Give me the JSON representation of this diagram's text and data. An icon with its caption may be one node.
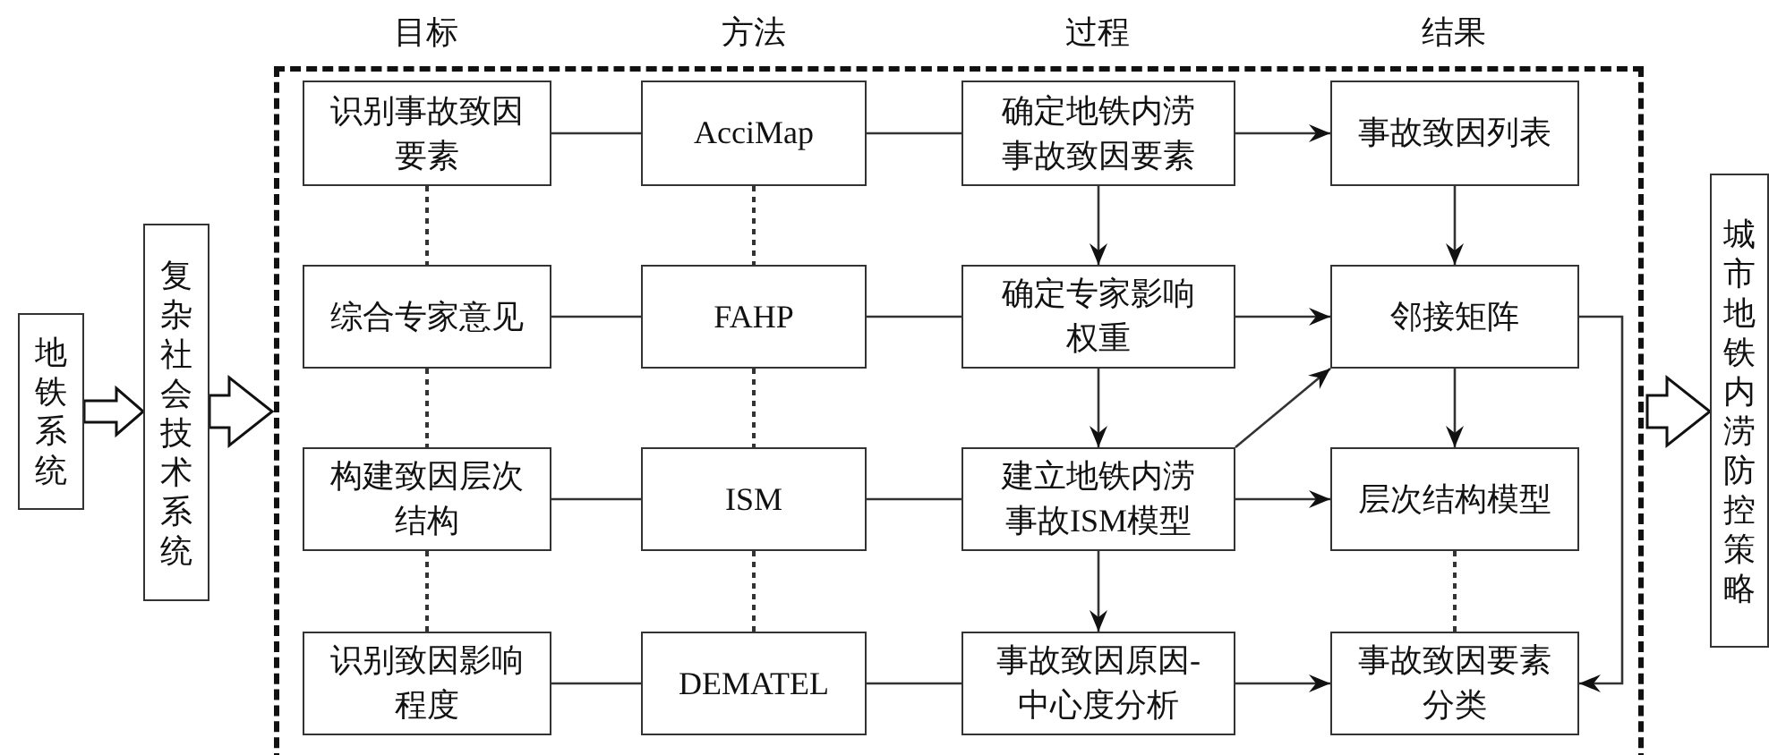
{
  "diagram": {
    "nodes": [
      {
        "text": [
          "地铁系统"
        ]
      },
      {
        "text": [
          "复杂社会技术系统"
        ]
      },
      {
        "text": [],
        "shape": "box"
      },
      {
        "text": [
          "识别事故致因要素"
        ],
        "in": 2
      },
      {
        "text": [
          "AcciMap"
        ],
        "in": 2
      },
      {
        "text": [
          "确定地铁内涝事故致因要素"
        ],
        "in": 2
      },
      {
        "text": [
          "事故致因列表"
        ],
        "in": 2
      },
      {
        "text": [
          "综合专家意见"
        ],
        "in": 2
      },
      {
        "text": [
          "FAHP"
        ],
        "in": 2
      },
      {
        "text": [
          "确定专家影响权重"
        ],
        "in": 2
      },
      {
        "text": [
          "邻接矩阵"
        ],
        "in": 2
      },
      {
        "text": [
          "构建致因层次结构"
        ],
        "in": 2
      },
      {
        "text": [
          "ISM"
        ],
        "in": 2
      },
      {
        "text": [
          "建立地铁内涝事故ISM模型"
        ],
        "in": 2
      },
      {
        "text": [
          "层次结构模型"
        ],
        "in": 2
      },
      {
        "text": [
          "识别致因影响程度"
        ],
        "in": 2
      },
      {
        "text": [
          "DEMATEL"
        ],
        "in": 2
      },
      {
        "text": [
          "事故致因原因-中心度分析"
        ],
        "in": 2
      },
      {
        "text": [
          "事故致因要素分类"
        ],
        "in": 2
      },
      {
        "text": [
          "城市地铁内涝防控策略"
        ]
      }
    ],
    "edges": [
      {
        "from": 0,
        "to": 1,
        "arrow": "to",
        "style": "thick"
      },
      {
        "from": 1,
        "to": 2,
        "arrow": "to",
        "style": "thick"
      },
      {
        "from": 2,
        "to": 19,
        "arrow": "to",
        "style": "thick"
      },
      {
        "from": 3,
        "to": 4,
        "arrow": "none"
      },
      {
        "from": 4,
        "to": 5,
        "arrow": "none"
      },
      {
        "from": 5,
        "to": 6,
        "arrow": "to"
      },
      {
        "from": 7,
        "to": 8,
        "arrow": "none"
      },
      {
        "from": 8,
        "to": 9,
        "arrow": "none"
      },
      {
        "from": 9,
        "to": 10,
        "arrow": "to"
      },
      {
        "from": 11,
        "to": 12,
        "arrow": "none"
      },
      {
        "from": 12,
        "to": 13,
        "arrow": "none"
      },
      {
        "from": 13,
        "to": 14,
        "arrow": "to"
      },
      {
        "from": 15,
        "to": 16,
        "arrow": "none"
      },
      {
        "from": 16,
        "to": 17,
        "arrow": "none"
      },
      {
        "from": 17,
        "to": 18,
        "arrow": "to"
      },
      {
        "from": 5,
        "to": 9,
        "arrow": "to"
      },
      {
        "from": 9,
        "to": 13,
        "arrow": "to"
      },
      {
        "from": 13,
        "to": 17,
        "arrow": "to"
      },
      {
        "from": 6,
        "to": 10,
        "arrow": "to"
      },
      {
        "from": 10,
        "to": 14,
        "arrow": "to"
      },
      {
        "from": 13,
        "to": 10,
        "arrow": "to"
      },
      {
        "from": 10,
        "to": 18,
        "arrow": "to"
      },
      {
        "from": 3,
        "to": 7,
        "arrow": "none",
        "style": "dashed"
      },
      {
        "from": 7,
        "to": 11,
        "arrow": "none",
        "style": "dashed"
      },
      {
        "from": 11,
        "to": 15,
        "arrow": "none",
        "style": "dashed"
      },
      {
        "from": 4,
        "to": 8,
        "arrow": "none",
        "style": "dashed"
      },
      {
        "from": 8,
        "to": 12,
        "arrow": "none",
        "style": "dashed"
      },
      {
        "from": 12,
        "to": 16,
        "arrow": "none",
        "style": "dashed"
      },
      {
        "from": 14,
        "to": 18,
        "arrow": "none",
        "style": "dashed"
      }
    ],
    "labels": [
      "目标",
      "方法",
      "过程",
      "结果"
    ]
  }
}
